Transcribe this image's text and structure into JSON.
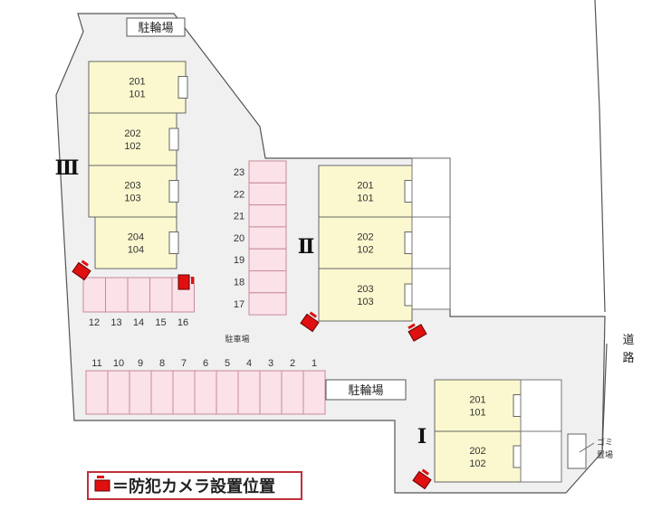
{
  "colors": {
    "lot": "#f0f0f0",
    "unit": "#fbf8cf",
    "parking": "#fbe1e8",
    "camera": "#e01010",
    "legend_border": "#c0303a"
  },
  "buildings": [
    {
      "label": "Ⅲ",
      "units": [
        [
          "201",
          "101"
        ],
        [
          "202",
          "102"
        ],
        [
          "203",
          "103"
        ],
        [
          "204",
          "104"
        ]
      ]
    },
    {
      "label": "Ⅱ",
      "units": [
        [
          "201",
          "101"
        ],
        [
          "202",
          "102"
        ],
        [
          "203",
          "103"
        ]
      ]
    },
    {
      "label": "Ⅰ",
      "units": [
        [
          "201",
          "101"
        ],
        [
          "202",
          "102"
        ]
      ]
    }
  ],
  "parking": {
    "row_top_left": [
      "12",
      "13",
      "14",
      "15",
      "16"
    ],
    "column_middle": [
      "23",
      "22",
      "21",
      "20",
      "19",
      "18",
      "17"
    ],
    "row_bottom": [
      "11",
      "10",
      "9",
      "8",
      "7",
      "6",
      "5",
      "4",
      "3",
      "2",
      "1"
    ],
    "label": "駐車場"
  },
  "bike_parking_label": "駐輪場",
  "road_label": "道路",
  "garbage_label": [
    "ゴミ",
    "置場"
  ],
  "camera_icon": "security-camera-icon",
  "legend": {
    "text": "＝防犯カメラ設置位置"
  }
}
